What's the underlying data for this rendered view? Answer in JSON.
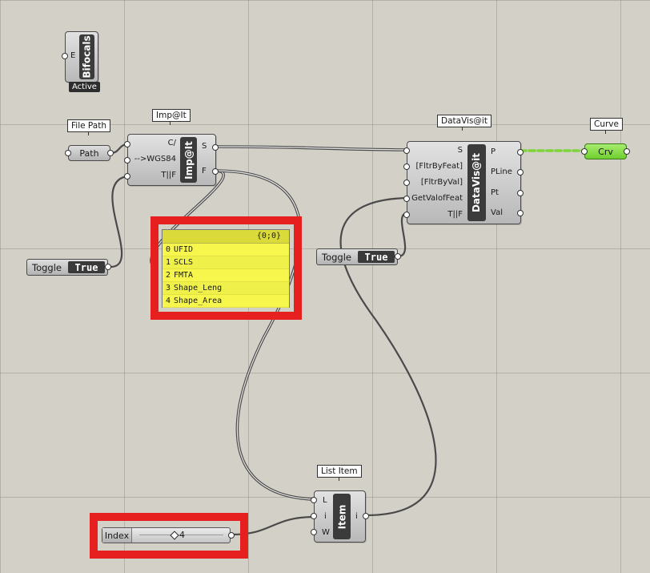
{
  "bifocals": {
    "port_in": "E",
    "title": "Bifocals",
    "status": "Active"
  },
  "file_path": {
    "tag": "File Path",
    "label": "Path"
  },
  "impit": {
    "tag": "Imp@It",
    "title": "Imp@It",
    "inputs": [
      "C/",
      "-->WGS84",
      "T||F"
    ],
    "outputs": [
      "S",
      "F"
    ]
  },
  "toggle_left": {
    "label": "Toggle",
    "value": "True"
  },
  "toggle_right": {
    "label": "Toggle",
    "value": "True"
  },
  "panel": {
    "header": "{0;0}",
    "rows": [
      {
        "i": "0",
        "v": "UFID"
      },
      {
        "i": "1",
        "v": "SCLS"
      },
      {
        "i": "2",
        "v": "FMTA"
      },
      {
        "i": "3",
        "v": "Shape_Leng"
      },
      {
        "i": "4",
        "v": "Shape_Area"
      }
    ]
  },
  "datavis": {
    "tag": "DataVis@it",
    "title": "DataVis@it",
    "inputs": [
      "S",
      "[FltrByFeat]",
      "[FltrByVal]",
      "GetValofFeat",
      "T||F"
    ],
    "outputs": [
      "P",
      "PLine",
      "Pt",
      "Val"
    ]
  },
  "curve": {
    "tag": "Curve",
    "label": "Crv"
  },
  "list_item": {
    "tag": "List Item",
    "title": "Item",
    "inputs": [
      "L",
      "i",
      "W"
    ],
    "outputs": [
      "i"
    ]
  },
  "index_slider": {
    "label": "Index",
    "value": "4",
    "value_fraction": 0.45
  },
  "colors": {
    "canvas": "#d3d0c8",
    "highlight": "#e61f1f",
    "panel": "#f6f64d",
    "curve_param": "#7fd43a",
    "wire": "#4a4a4a"
  }
}
